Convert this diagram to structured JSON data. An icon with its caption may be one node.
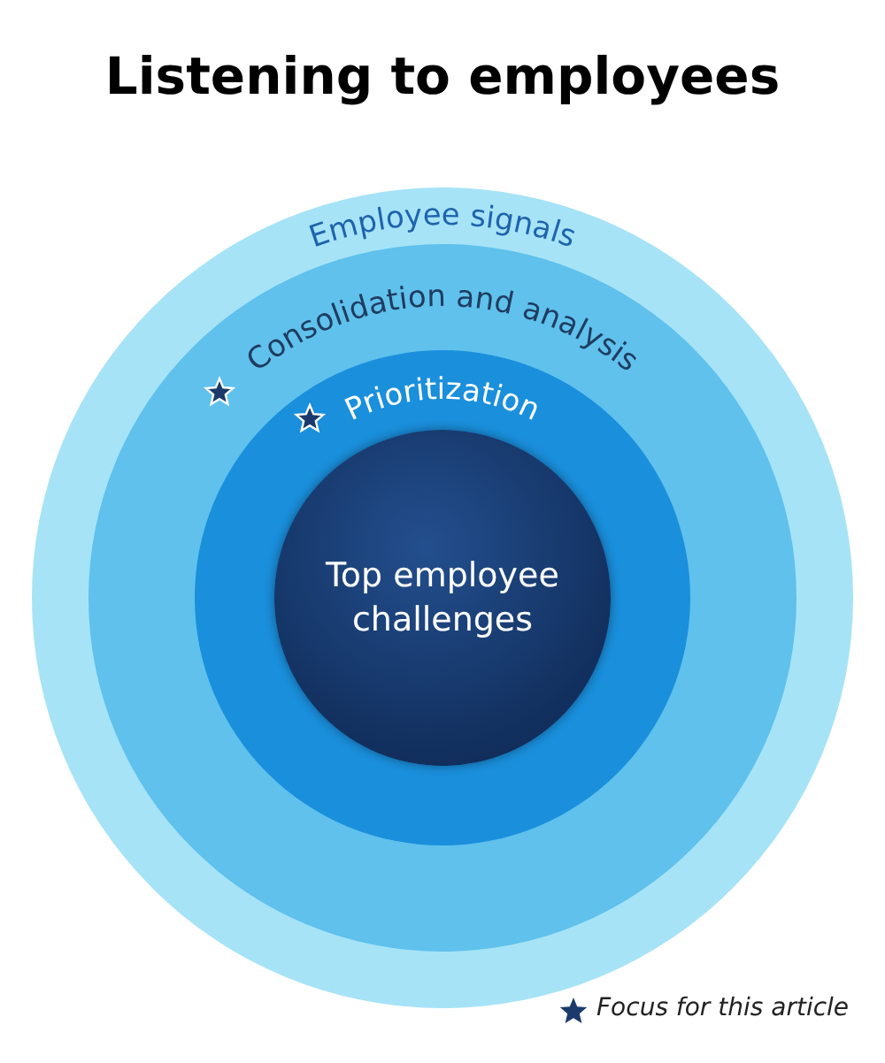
{
  "diagram": {
    "title": "Listening to employees",
    "nodes": [
      {
        "text": [
          "Employee signals"
        ]
      },
      {
        "text": [
          "Consolidation and analysis"
        ],
        "in": 0
      },
      {
        "text": [
          "Prioritization"
        ],
        "in": 1
      },
      {
        "text": [
          "Top employee challenges"
        ],
        "in": 2
      }
    ],
    "legend": [
      {
        "text": "Focus for this article"
      }
    ]
  }
}
